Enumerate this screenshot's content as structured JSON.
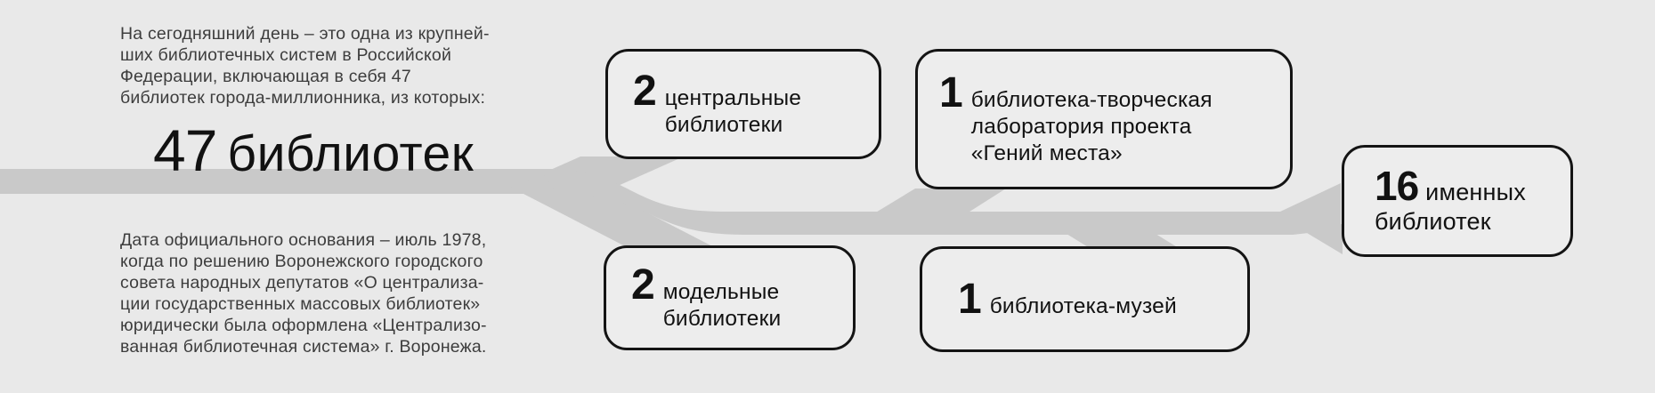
{
  "page": {
    "language": "ru",
    "colors": {
      "c-bg": "#e9e9e9",
      "c-ribbon": "#c9c9c9",
      "c-box-fill": "#ededed",
      "c-box-border": "#141414",
      "c-text": "#3d3d3d",
      "c-ink": "#111111"
    }
  },
  "intro_top": {
    "lines": [
      "На сегодняшний день – это одна из крупней-",
      "ших библиотечных систем в Российской",
      "Федерации, включающая в себя 47",
      "библиотек города-миллионника, из которых:"
    ]
  },
  "big_stat": {
    "number": "47",
    "label": "библиотек"
  },
  "intro_bottom": {
    "lines": [
      "Дата официального основания – июль 1978,",
      "когда по решению Воронежского городского",
      "совета народных депутатов «О централиза-",
      "ции государственных массовых библиотек»",
      "юридически была оформлена «Централизо-",
      "ванная библиотечная система» г. Воронежа."
    ]
  },
  "boxes": [
    {
      "id": "central",
      "num": "2",
      "lines": [
        "центральные",
        "библиотеки"
      ]
    },
    {
      "id": "creative-lab",
      "num": "1",
      "lines": [
        "библиотека-творческая",
        "лаборатория проекта",
        "«Гений места»"
      ]
    },
    {
      "id": "model",
      "num": "2",
      "lines": [
        "модельные",
        "библиотеки"
      ]
    },
    {
      "id": "museum",
      "num": "1",
      "lines": [
        "библиотека-музей"
      ]
    },
    {
      "id": "named",
      "num": "16",
      "lines": [
        "именных",
        "библиотек"
      ]
    }
  ]
}
